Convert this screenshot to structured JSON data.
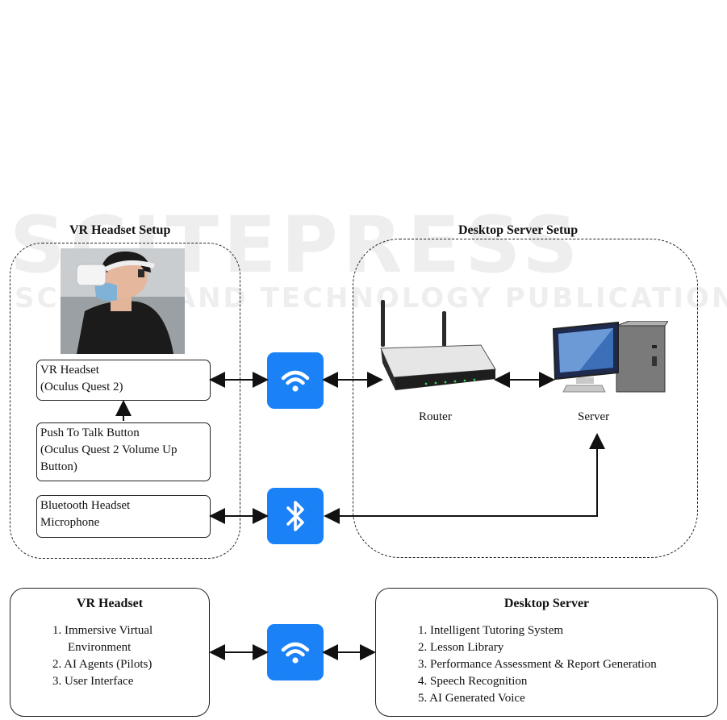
{
  "watermark": {
    "main": "SCITEPRESS",
    "sub": "SCIENCE AND TECHNOLOGY PUBLICATIONS"
  },
  "vr_setup": {
    "title": "VR Headset Setup",
    "headset_box": [
      "VR Headset",
      "(Oculus Quest 2)"
    ],
    "ptt_box": [
      "Push To Talk Button",
      "(Oculus Quest 2 Volume Up",
      "Button)"
    ],
    "bt_box": [
      "Bluetooth Headset",
      "Microphone"
    ]
  },
  "server_setup": {
    "title": "Desktop Server Setup",
    "router_label": "Router",
    "server_label": "Server"
  },
  "icons": {
    "wifi": "wifi-icon",
    "bluetooth": "bluetooth-icon",
    "tile_color": "#1a82f6"
  },
  "bottom": {
    "vr_panel": {
      "title": "VR Headset",
      "items": [
        "1. Immersive Virtual",
        "Environment",
        "2. AI Agents (Pilots)",
        "3. User Interface"
      ]
    },
    "server_panel": {
      "title": "Desktop Server",
      "items": [
        "1. Intelligent Tutoring System",
        "2. Lesson Library",
        "3. Performance Assessment & Report Generation",
        "4. Speech Recognition",
        "5. AI Generated Voice"
      ]
    }
  }
}
